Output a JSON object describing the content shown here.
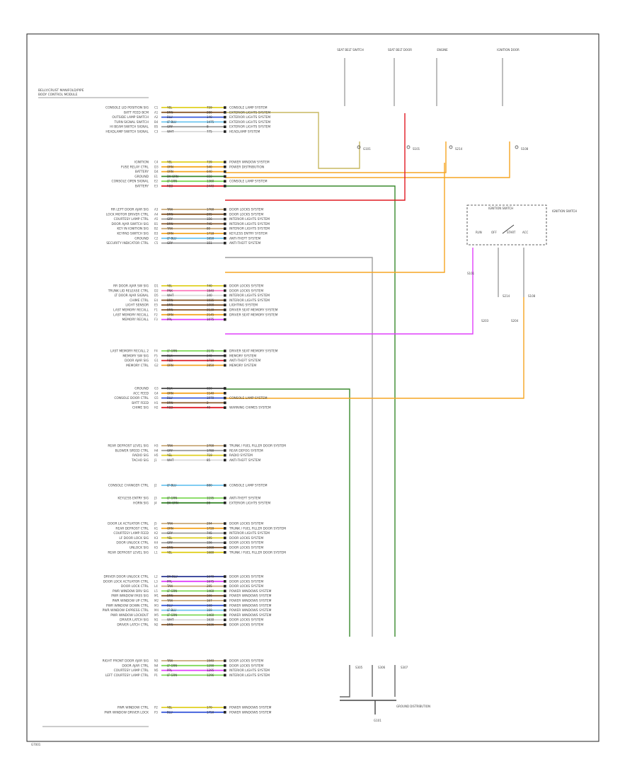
{
  "diagram": {
    "title_line1": "BELLY/CRUST MANIFOLD/PIPE",
    "title_line2": "BODY CONTROL MODULE",
    "footer": "G7001",
    "colors": {
      "ORN": "#f5a623",
      "RED": "#e01b24",
      "DK GRN": "#3a8a2e",
      "PPL": "#e040fb",
      "LT GRN": "#7ed957",
      "YEL": "#e0d020",
      "TAN": "#c8a878",
      "BRN": "#8b5a2b",
      "BLU": "#3b5bdb",
      "LT BLU": "#6ec6f0",
      "GRY": "#9e9e9e",
      "WHT": "#d8d8d8",
      "PNK": "#ff80c0",
      "BLK": "#444444",
      "DK BLU": "#283593"
    },
    "top_components": [
      {
        "title": "SEAT BELT SWITCH",
        "label": "G101"
      },
      {
        "title": "SEAT BELT DOOR",
        "label": "S101"
      },
      {
        "title": "ENGINE",
        "label": "S214"
      },
      {
        "title": "IGNITION DOOR",
        "label": "S108"
      }
    ],
    "ignition_switch": {
      "title": "IGNITION SWITCH",
      "subtitle": "IGNITION SWITCH",
      "labels": [
        "RUN",
        "OFF",
        "START",
        "ACC"
      ]
    },
    "splices": [
      "S101",
      "S214",
      "S108",
      "S203",
      "S204",
      "S305",
      "S306",
      "S307"
    ],
    "ground_label": "GROUND DISTRIBUTION",
    "ground_sub": "G101",
    "groups": [
      {
        "rows": [
          {
            "label": "CONSOLE LID POSITION SIG",
            "pin": "C1",
            "color": "YEL",
            "code": "759",
            "desc": "CONSOLE LAMP SYSTEM"
          },
          {
            "label": "BATT FEED BCM",
            "pin": "A1",
            "color": "BRN",
            "code": "280",
            "desc": "EXTERIOR LIGHTS SYSTEM"
          },
          {
            "label": "OUTSIDE LAMP SWITCH",
            "pin": "A2",
            "color": "BLU",
            "code": "140",
            "desc": "EXTERIOR LIGHTS SYSTEM"
          },
          {
            "label": "TURN SIGNAL SWITCH",
            "pin": "B4",
            "color": "LT BLU",
            "code": "1475",
            "desc": "EXTERIOR LIGHTS SYSTEM"
          },
          {
            "label": "HI BEAM SWITCH SIGNAL",
            "pin": "B5",
            "color": "GRY",
            "code": "8",
            "desc": "EXTERIOR LIGHTS SYSTEM"
          },
          {
            "label": "HEADLAMP SWITCH SIGNAL",
            "pin": "C3",
            "color": "WHT",
            "code": "775",
            "desc": "HEADLAMP SYSTEM"
          }
        ]
      },
      {
        "rows": [
          {
            "label": "IGNITION",
            "pin": "C4",
            "color": "YEL",
            "code": "739",
            "desc": "POWER WINDOW SYSTEM"
          },
          {
            "label": "FUSE RELAY CTRL",
            "pin": "D3",
            "color": "ORN",
            "code": "540",
            "desc": "POWER DISTRIBUTION"
          },
          {
            "label": "BATTERY",
            "pin": "D4",
            "color": "ORN",
            "code": "640",
            "desc": ""
          },
          {
            "label": "GROUND",
            "pin": "E1",
            "color": "DK GRN",
            "code": "650",
            "desc": ""
          },
          {
            "label": "CONSOLE OPEN SIGNAL",
            "pin": "E2",
            "color": "LT GRN",
            "code": "1360",
            "desc": "CONSOLE LAMP SYSTEM"
          },
          {
            "label": "BATTERY",
            "pin": "E3",
            "color": "RED",
            "code": "2440",
            "desc": ""
          }
        ]
      },
      {
        "rows": [
          {
            "label": "RR LEFT DOOR AJAR SIG",
            "pin": "A3",
            "color": "TAN",
            "code": "1760",
            "desc": "DOOR LOCKS SYSTEM"
          },
          {
            "label": "LOCK MOTOR DRIVER CTRL",
            "pin": "A4",
            "color": "BRN",
            "code": "295",
            "desc": "DOOR LOCKS SYSTEM"
          },
          {
            "label": "COURTESY LAMP CTRL",
            "pin": "A5",
            "color": "GRY",
            "code": "156",
            "desc": "INTERIOR LIGHTS SYSTEM"
          },
          {
            "label": "DOOR AJAR SWITCH SIG",
            "pin": "B1",
            "color": "BRN",
            "code": "745",
            "desc": "INTERIOR LIGHTS SYSTEM"
          },
          {
            "label": "KEY IN IGNITION SIG",
            "pin": "B2",
            "color": "TAN",
            "code": "80",
            "desc": "INTERIOR LIGHTS SYSTEM"
          },
          {
            "label": "KEYPAD SWITCH SIG",
            "pin": "B3",
            "color": "ORN",
            "code": "1718",
            "desc": "KEYLESS ENTRY SYSTEM"
          },
          {
            "label": "GROUND",
            "pin": "C2",
            "color": "LT BLU",
            "code": "1650",
            "desc": "ANTI-THEFT SYSTEM"
          },
          {
            "label": "SECURITY INDICATOR CTRL",
            "pin": "C5",
            "color": "GRY",
            "code": "151",
            "desc": "ANTI-THEFT SYSTEM"
          }
        ]
      },
      {
        "rows": [
          {
            "label": "RR DOOR AJAR SW SIG",
            "pin": "D1",
            "color": "YEL",
            "code": "740",
            "desc": "DOOR LOCKS SYSTEM"
          },
          {
            "label": "TRUNK LID RELEASE CTRL",
            "pin": "D2",
            "color": "PNK",
            "code": "1840",
            "desc": "DOOR LOCKS SYSTEM"
          },
          {
            "label": "LT DOOR AJAR SIGNAL",
            "pin": "D5",
            "color": "WHT",
            "code": "340",
            "desc": "INTERIOR LIGHTS SYSTEM"
          },
          {
            "label": "CHIME CTRL",
            "pin": "E4",
            "color": "BRN",
            "code": "1035",
            "desc": "INTERIOR LIGHTS SYSTEM"
          },
          {
            "label": "LIGHT SENSOR",
            "pin": "E5",
            "color": "BRN",
            "code": "1000",
            "desc": "LIGHTING SYSTEM"
          },
          {
            "label": "LAST MEMORY RECALL",
            "pin": "F1",
            "color": "BRN",
            "code": "2130",
            "desc": "DRIVER SEAT MEMORY SYSTEM"
          },
          {
            "label": "LAST MEMORY RECALL",
            "pin": "F2",
            "color": "ORN",
            "code": "2145",
            "desc": "DRIVER SEAT MEMORY SYSTEM"
          },
          {
            "label": "MEMORY RECALL",
            "pin": "F3",
            "color": "PPL",
            "code": "1075",
            "desc": ""
          }
        ]
      },
      {
        "rows": [
          {
            "label": "LAST MEMORY RECALL 2",
            "pin": "F4",
            "color": "LT GRN",
            "code": "2175",
            "desc": "DRIVER SEAT MEMORY SYSTEM"
          },
          {
            "label": "MEMORY SW SIG",
            "pin": "F5",
            "color": "BLK",
            "code": "240",
            "desc": "MEMORY SYSTEM"
          },
          {
            "label": "DOOR AJAR SIG",
            "pin": "G1",
            "color": "RED",
            "code": "1710",
            "desc": "ANTI-THEFT SYSTEM"
          },
          {
            "label": "MEMORY CTRL",
            "pin": "G2",
            "color": "ORN",
            "code": "2850",
            "desc": "MEMORY SYSTEM"
          }
        ]
      },
      {
        "rows": [
          {
            "label": "GROUND",
            "pin": "G3",
            "color": "BLK",
            "code": "650",
            "desc": ""
          },
          {
            "label": "ACC FEED",
            "pin": "G4",
            "color": "ORN",
            "code": "1140",
            "desc": ""
          },
          {
            "label": "CONSOLE DOOR CTRL",
            "pin": "G5",
            "color": "BLU",
            "code": "1970",
            "desc": "CONSOLE LAMP SYSTEM"
          },
          {
            "label": "BATT FEED",
            "pin": "H1",
            "color": "BRN",
            "code": "2",
            "desc": ""
          },
          {
            "label": "CHIME SIG",
            "pin": "H2",
            "color": "RED",
            "code": "40",
            "desc": "WARNING CHIMES SYSTEM"
          }
        ]
      },
      {
        "rows": [
          {
            "label": "REAR DEFROST LEVEL SIG",
            "pin": "H3",
            "color": "TAN",
            "code": "2700",
            "desc": "TRUNK / FUEL FILLER DOOR SYSTEM"
          },
          {
            "label": "BLOWER SPEED CTRL",
            "pin": "H4",
            "color": "GRY",
            "code": "1780",
            "desc": "REAR DEFOG SYSTEM"
          },
          {
            "label": "RADIO SIG",
            "pin": "H5",
            "color": "YEL",
            "code": "719",
            "desc": "RADIO SYSTEM"
          },
          {
            "label": "TACHO SIG",
            "pin": "J1",
            "color": "WHT",
            "code": "85",
            "desc": "ANTI-THEFT SYSTEM"
          }
        ]
      },
      {
        "rows": [
          {
            "label": "CONSOLE CHANGER CTRL",
            "pin": "J2",
            "color": "LT BLU",
            "code": "880",
            "desc": "CONSOLE LAMP SYSTEM"
          }
        ]
      },
      {
        "rows": [
          {
            "label": "KEYLESS ENTRY SIG",
            "pin": "J3",
            "color": "LT GRN",
            "code": "1195",
            "desc": "ANTI-THEFT SYSTEM"
          },
          {
            "label": "HORN SIG",
            "pin": "J4",
            "color": "DK GRN",
            "code": "28",
            "desc": "EXTERIOR LIGHTS SYSTEM"
          }
        ]
      },
      {
        "rows": [
          {
            "label": "DOOR LK ACTUATOR CTRL",
            "pin": "J5",
            "color": "TAN",
            "code": "294",
            "desc": "DOOR LOCKS SYSTEM"
          },
          {
            "label": "REAR DEFROST CTRL",
            "pin": "K1",
            "color": "ORN",
            "code": "1720",
            "desc": "TRUNK / FUEL FILLER DOOR SYSTEM"
          },
          {
            "label": "COURTESY LAMP FEED",
            "pin": "K2",
            "color": "GRY",
            "code": "745",
            "desc": "INTERIOR LIGHTS SYSTEM"
          },
          {
            "label": "LF DOOR LOCK SIG",
            "pin": "K3",
            "color": "YEL",
            "code": "195",
            "desc": "DOOR LOCKS SYSTEM"
          },
          {
            "label": "DOOR UNLOCK CTRL",
            "pin": "K4",
            "color": "GRY",
            "code": "156",
            "desc": "DOOR LOCKS SYSTEM"
          },
          {
            "label": "UNLOCK SIG",
            "pin": "K5",
            "color": "BRN",
            "code": "1000",
            "desc": "DOOR LOCKS SYSTEM"
          },
          {
            "label": "REAR DEFROST LEVEL SIG",
            "pin": "L1",
            "color": "YEL",
            "code": "1680",
            "desc": "TRUNK / FUEL FILLER DOOR SYSTEM"
          }
        ]
      },
      {
        "rows": [
          {
            "label": "DRIVER DOOR UNLOCK CTRL",
            "pin": "L2",
            "color": "DK BLU",
            "code": "1670",
            "desc": "DOOR LOCKS SYSTEM"
          },
          {
            "label": "DOOR LOCK ACTUATOR CTRL",
            "pin": "L3",
            "color": "PPL",
            "code": "1675",
            "desc": "DOOR LOCKS SYSTEM"
          },
          {
            "label": "DOOR LOCK CTRL",
            "pin": "L4",
            "color": "TAN",
            "code": "295",
            "desc": "DOOR LOCKS SYSTEM"
          },
          {
            "label": "PWR WINDOW DRV SIG",
            "pin": "L5",
            "color": "LT GRN",
            "code": "1460",
            "desc": "POWER WINDOWS SYSTEM"
          },
          {
            "label": "PWR WINDOW PASS SIG",
            "pin": "M1",
            "color": "BRN",
            "code": "166",
            "desc": "POWER WINDOWS SYSTEM"
          },
          {
            "label": "PWR WINDOW UP CTRL",
            "pin": "M2",
            "color": "TAN",
            "code": "167",
            "desc": "POWER WINDOWS SYSTEM"
          },
          {
            "label": "PWR WINDOW DOWN CTRL",
            "pin": "M3",
            "color": "BLU",
            "code": "168",
            "desc": "POWER WINDOWS SYSTEM"
          },
          {
            "label": "PWR WINDOW EXPRESS CTRL",
            "pin": "M4",
            "color": "LT BLU",
            "code": "169",
            "desc": "POWER WINDOWS SYSTEM"
          },
          {
            "label": "PWR WINDOW LOCKOUT",
            "pin": "M5",
            "color": "LT GRN",
            "code": "1460",
            "desc": "POWER WINDOWS SYSTEM"
          },
          {
            "label": "DRIVER LATCH SIG",
            "pin": "N1",
            "color": "WHT",
            "code": "1630",
            "desc": "DOOR LOCKS SYSTEM"
          },
          {
            "label": "DRIVER LATCH CTRL",
            "pin": "N2",
            "color": "BRN",
            "code": "1636",
            "desc": "DOOR LOCKS SYSTEM"
          }
        ]
      },
      {
        "rows": [
          {
            "label": "RIGHT FRONT DOOR AJAR SIG",
            "pin": "N3",
            "color": "TAN",
            "code": "1940",
            "desc": "DOOR LOCKS SYSTEM"
          },
          {
            "label": "DOOR AJAR CTRL",
            "pin": "N4",
            "color": "LT GRN",
            "code": "1290",
            "desc": "DOOR LOCKS SYSTEM"
          },
          {
            "label": "COURTESY LAMP CTRL",
            "pin": "N5",
            "color": "PPL",
            "code": "1295",
            "desc": "INTERIOR LIGHTS SYSTEM"
          },
          {
            "label": "LEFT COURTESY LAMP CTRL",
            "pin": "P1",
            "color": "LT GRN",
            "code": "1296",
            "desc": "INTERIOR LIGHTS SYSTEM"
          }
        ]
      },
      {
        "rows": [
          {
            "label": "PWR WINDOW CTRL",
            "pin": "P2",
            "color": "YEL",
            "code": "170",
            "desc": "POWER WINDOWS SYSTEM"
          },
          {
            "label": "PWR WINDOW DRIVER LOCK",
            "pin": "P3",
            "color": "BLU",
            "code": "1750",
            "desc": "POWER WINDOWS SYSTEM"
          }
        ]
      }
    ]
  }
}
